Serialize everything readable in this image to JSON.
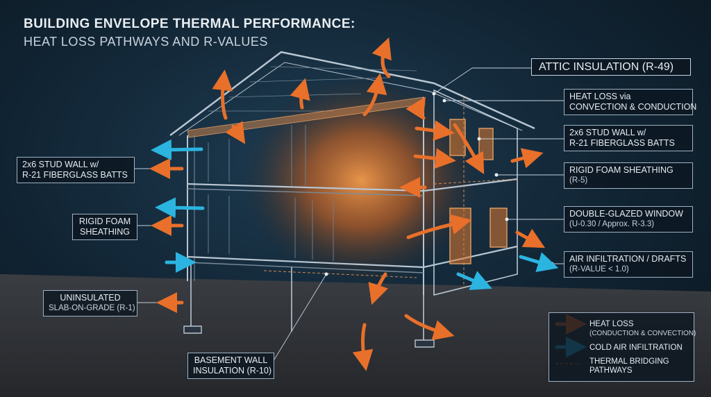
{
  "title": "BUILDING ENVELOPE THERMAL PERFORMANCE:",
  "subtitle": "HEAT LOSS PATHWAYS AND R-VALUES",
  "callouts": {
    "attic": "ATTIC INSULATION (R-49)",
    "heat_loss_l1": "HEAT LOSS via",
    "heat_loss_l2": "CONVECTION & CONDUCTION",
    "stud_right_l1": "2x6 STUD WALL w/",
    "stud_right_l2": "R-21 FIBERGLASS BATTS",
    "foam_right_l1": "RIGID FOAM SHEATHING",
    "foam_right_l2": "(R-5)",
    "window_l1": "DOUBLE-GLAZED WINDOW",
    "window_l2": "(U-0.30 / Approx. R-3.3)",
    "air_l1": "AIR INFILTRATION / DRAFTS",
    "air_l2": "(R-VALUE < 1.0)",
    "stud_left_l1": "2x6 STUD WALL w/",
    "stud_left_l2": "R-21 FIBERGLASS BATTS",
    "foam_left_l1": "RIGID FOAM",
    "foam_left_l2": "SHEATHING",
    "slab_l1": "UNINSULATED",
    "slab_l2": "SLAB-ON-GRADE (R-1)",
    "basement_l1": "BASEMENT WALL",
    "basement_l2": "INSULATION (R-10)"
  },
  "legend": {
    "heat_loss": "HEAT LOSS",
    "heat_loss_sub": "(CONDUCTION & CONVECTION)",
    "cold_air": "COLD AIR INFILTRATION",
    "bridging_l1": "THERMAL BRIDGING",
    "bridging_l2": "PATHWAYS"
  },
  "colors": {
    "heat": "#e8702a",
    "cold": "#2bb4e0",
    "glow": "#f08a3a",
    "line": "#b8c6d2"
  }
}
